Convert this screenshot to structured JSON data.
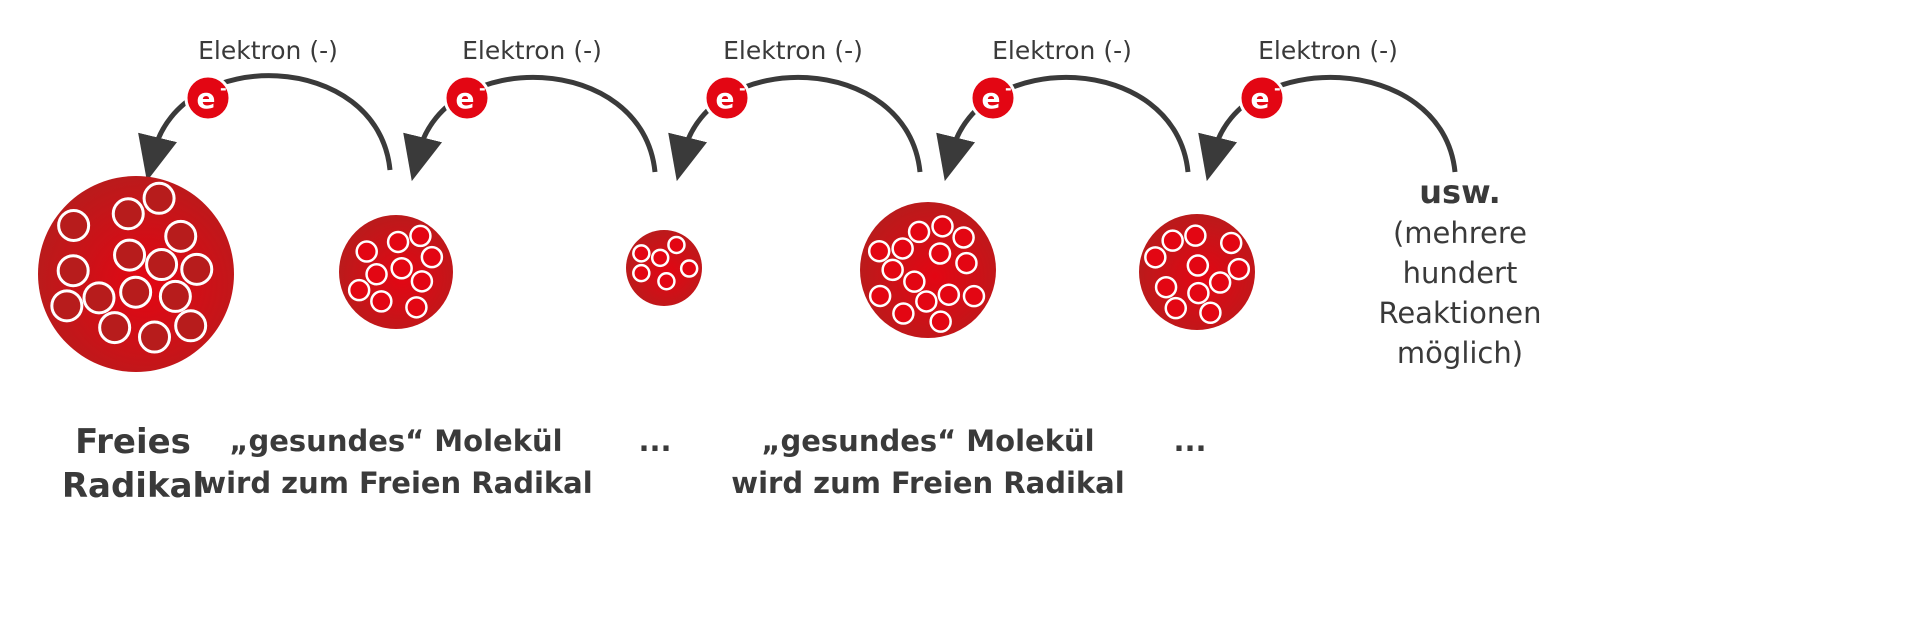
{
  "electron_label": "Elektron (-)",
  "electron_symbol": "e",
  "electron_charge": "-",
  "colors": {
    "red": "#e30613",
    "dark_red": "#b71c1c",
    "arrow": "#3a3a3a"
  },
  "captions": [
    {
      "line1": "Freies",
      "line2": "Radikal"
    },
    {
      "line1": "„gesundes“ Molekül",
      "line2": "wird zum Freien Radikal"
    },
    {
      "line1": "...",
      "line2": ""
    },
    {
      "line1": "„gesundes“ Molekül",
      "line2": "wird zum Freien Radikal"
    },
    {
      "line1": "...",
      "line2": ""
    }
  ],
  "note": {
    "title": "usw.",
    "lines": [
      "(mehrere",
      "hundert",
      "Reaktionen",
      "möglich)"
    ]
  }
}
